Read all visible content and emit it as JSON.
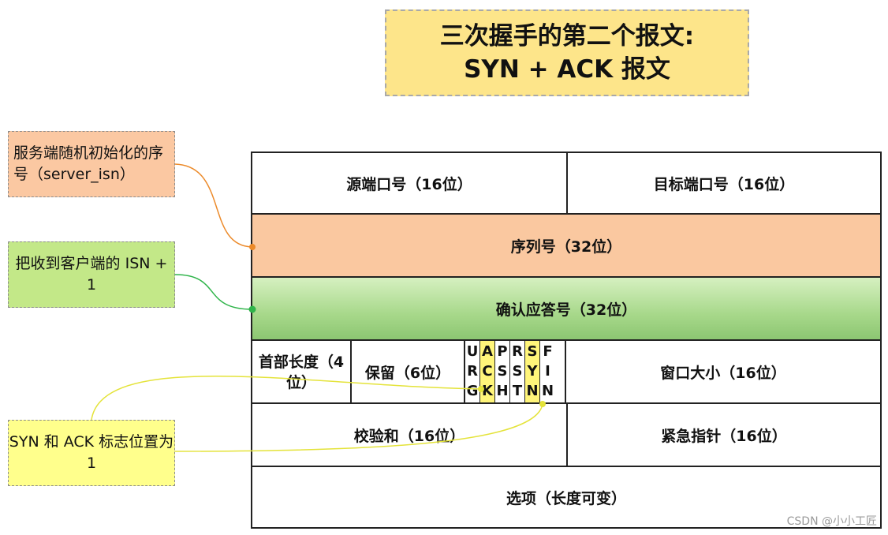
{
  "title": {
    "line1": "三次握手的第二个报文:",
    "line2": "SYN + ACK 报文"
  },
  "notes": {
    "server_isn": "服务端随机初始化的序号（server_isn）",
    "ack_num": "把收到客户端的 ISN + 1",
    "flags": "SYN 和 ACK 标志位置为 1"
  },
  "header": {
    "src_port": "源端口号（16位）",
    "dst_port": "目标端口号（16位）",
    "seq": "序列号（32位）",
    "ack": "确认应答号（32位）",
    "hdr_len": "首部长度（4位）",
    "reserved": "保留（6位）",
    "flags": [
      {
        "letters": [
          "U",
          "R",
          "G"
        ],
        "highlight": false
      },
      {
        "letters": [
          "A",
          "C",
          "K"
        ],
        "highlight": true
      },
      {
        "letters": [
          "P",
          "S",
          "H"
        ],
        "highlight": false
      },
      {
        "letters": [
          "R",
          "S",
          "T"
        ],
        "highlight": false
      },
      {
        "letters": [
          "S",
          "Y",
          "N"
        ],
        "highlight": true
      },
      {
        "letters": [
          "F",
          "I",
          "N"
        ],
        "highlight": false
      }
    ],
    "window": "窗口大小（16位）",
    "checksum": "校验和（16位）",
    "urgent": "紧急指针（16位）",
    "options": "选项（长度可变）"
  },
  "colors": {
    "seq_row": "#fac8a0",
    "ack_row": "#a7d88a",
    "flag_highlight": "#fff57a",
    "link_orange": "#ec8a2a",
    "link_green": "#2fb44a",
    "link_yellow": "#e4e33a"
  },
  "watermark": "CSDN @小小工匠"
}
